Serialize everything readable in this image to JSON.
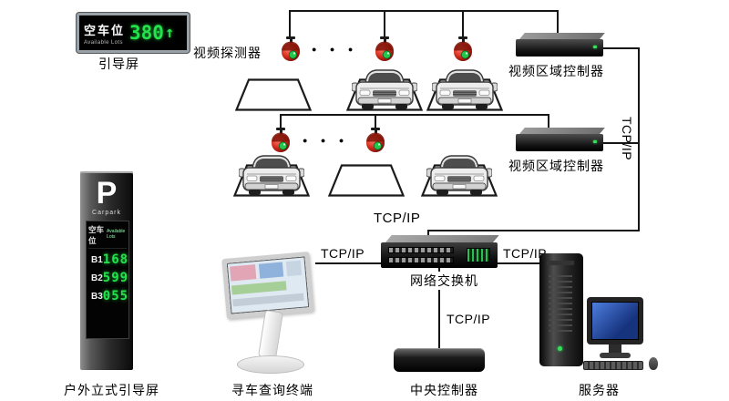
{
  "colors": {
    "led_green": "#23e24b",
    "wire": "#151515",
    "camera_body_red": "#d42a1a",
    "camera_lens_green": "#23c84b"
  },
  "icons": {
    "camera": "dome-camera-icon",
    "car": "suv-car-icon",
    "parking_spot": "parking-spot-outline-icon",
    "ellipsis": "● ● ●"
  },
  "led_panel": {
    "title": "空车位",
    "subtitle": "Available Lots",
    "value": "380",
    "arrow": "↑",
    "caption": "引导屏"
  },
  "detector": {
    "caption": "视频探测器"
  },
  "controller1": {
    "caption": "视频区域控制器"
  },
  "controller2": {
    "caption": "视频区域控制器"
  },
  "network": {
    "tcpip": "TCP/IP"
  },
  "switch": {
    "caption": "网络交换机"
  },
  "kiosk": {
    "caption": "寻车查询终端"
  },
  "central_controller": {
    "caption": "中央控制器"
  },
  "server": {
    "caption": "服务器"
  },
  "pillar": {
    "letter": "P",
    "brand": "Carpark",
    "title": "空车位",
    "subtitle": "Available Lots",
    "rows": [
      {
        "level": "B1",
        "count": "168"
      },
      {
        "level": "B2",
        "count": "599"
      },
      {
        "level": "B3",
        "count": "055"
      }
    ],
    "caption": "户外立式引导屏"
  }
}
